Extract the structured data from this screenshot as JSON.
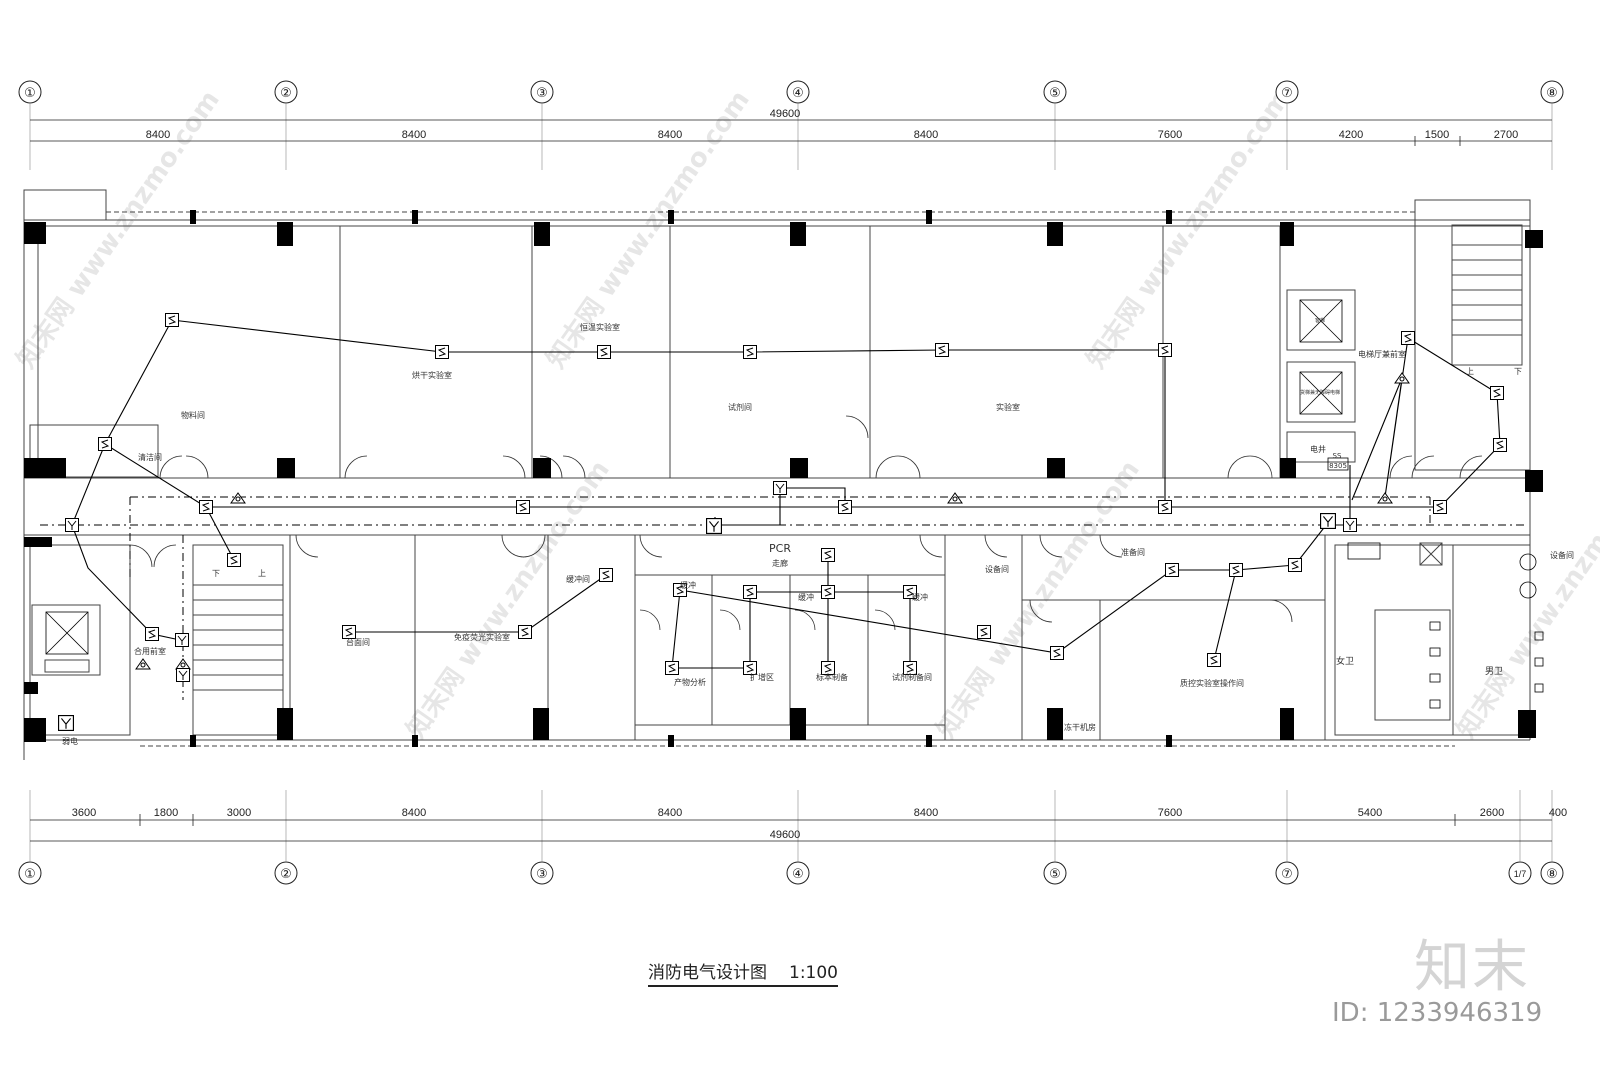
{
  "drawing": {
    "title": "消防电气设计图",
    "scale": "1:100",
    "brand": "知末",
    "doc_id": "ID: 1233946319",
    "watermark": "知末网 www.znzmo.com"
  },
  "axes": {
    "top": [
      "①",
      "②",
      "③",
      "④",
      "⑤",
      "⑦",
      "⑧"
    ],
    "bottom": [
      "①",
      "②",
      "③",
      "④",
      "⑤",
      "⑦",
      "1/7",
      "⑧"
    ]
  },
  "dimensions": {
    "top_total": "49600",
    "top_spans": [
      "8400",
      "8400",
      "8400",
      "8400",
      "7600",
      "4200",
      "1500",
      "2700"
    ],
    "bottom_total": "49600",
    "bottom_spans": [
      "3600",
      "1800",
      "3000",
      "8400",
      "8400",
      "8400",
      "7600",
      "5400",
      "2600",
      "400"
    ]
  },
  "rooms": {
    "wuliaojian": "物料间",
    "ganzao": "烘干实验室",
    "teshu": "恒温实验室",
    "shijijian": "试剂间",
    "shiyanshi": "实验室",
    "dianti_ting": "电梯厅兼前室",
    "dianjing": "电井",
    "qingjiejian": "清洁间",
    "heyong_qianshi": "合用前室",
    "rouchen": "弱电",
    "huaxue": "台面间",
    "mianyi": "免疫荧光实验室",
    "shushi": "缓冲间",
    "pcr": "PCR",
    "zoulang": "走廊",
    "huanchong": "缓冲",
    "chanwu": "产物分析",
    "kuozeng": "扩增区",
    "biaoben": "标本制备",
    "shiji_zhibei": "试剂制备间",
    "shebei": "设备间",
    "zhunbei": "准备间",
    "zhikong": "质控实验室操作间",
    "kongtiao": "冻干机房",
    "nvwei": "女卫",
    "nanwei": "男卫",
    "shebeijian2": "设备间",
    "xia": "下",
    "shang": "上",
    "elevator1": "客梯",
    "elevator2": "货梯兼无障碍电梯",
    "panel_id": "8305",
    "panel_label": "SS"
  },
  "legend_colors": {
    "line": "#000000",
    "wall": "#444444",
    "watermark": "#e6e6e6"
  }
}
